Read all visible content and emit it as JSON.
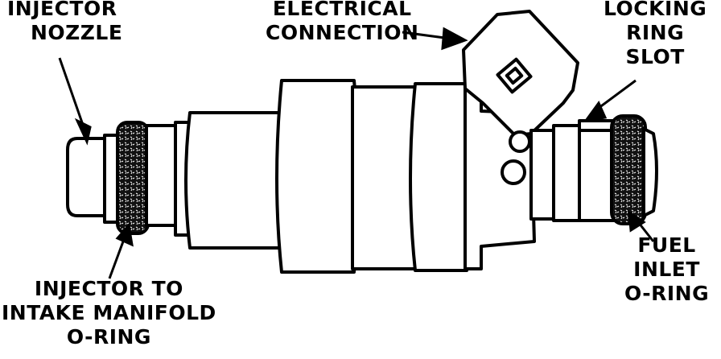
{
  "labels": {
    "injector_nozzle": [
      "INJECTOR",
      "NOZZLE"
    ],
    "electrical_connection": [
      "ELECTRICAL",
      "CONNECTION"
    ],
    "locking_ring_slot": [
      "LOCKING",
      "RING",
      "SLOT"
    ],
    "fuel_inlet_oring": [
      "FUEL",
      "INLET",
      "O-RING"
    ],
    "manifold_oring": [
      "INJECTOR TO",
      "INTAKE MANIFOLD",
      "O-RING"
    ]
  },
  "colors": {
    "ink": "#000000",
    "paper": "#ffffff"
  }
}
